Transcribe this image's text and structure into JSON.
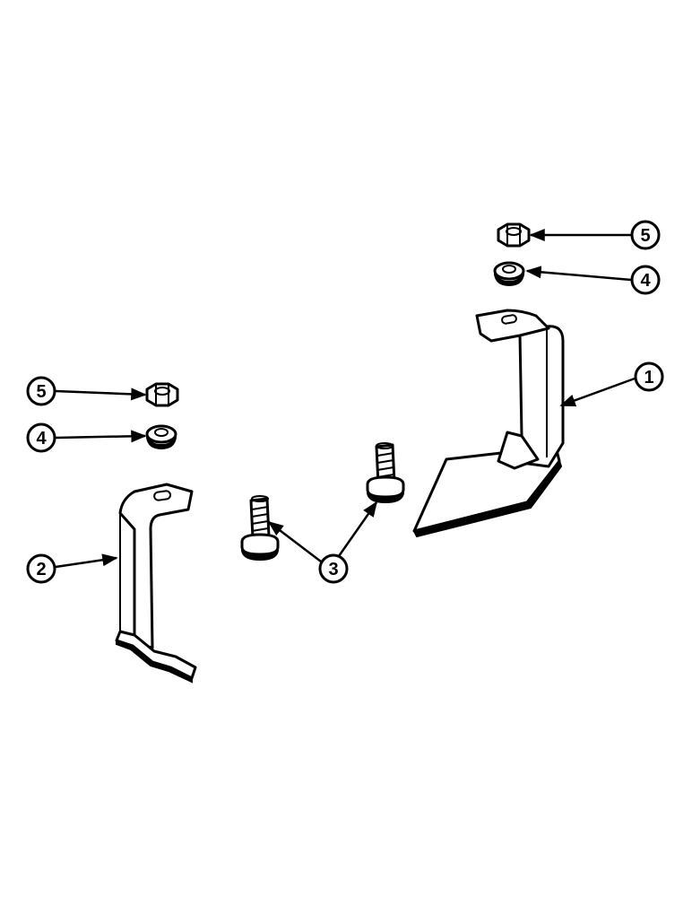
{
  "callouts": {
    "c1": "1",
    "c2": "2",
    "c3": "3",
    "c4_right": "4",
    "c5_right": "5",
    "c4_left": "4",
    "c5_left": "5"
  },
  "colors": {
    "ink": "#000000",
    "paper": "#ffffff"
  }
}
